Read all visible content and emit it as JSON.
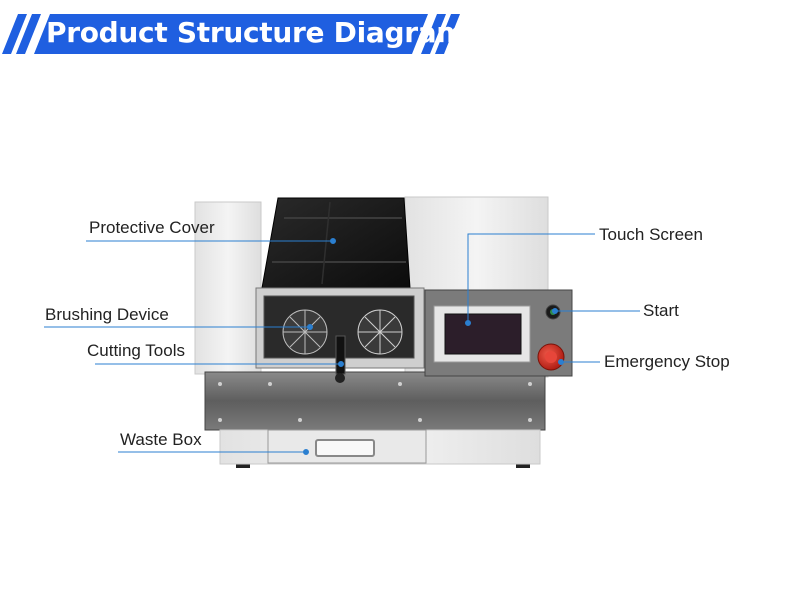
{
  "title": "Product Structure Diagram",
  "colors": {
    "banner_blue": "#1f5fe0",
    "callout_line": "#2b7fd0",
    "machine_white": "#ededed",
    "steel": "#6f6f6f",
    "cover_black": "#151515",
    "estop_red": "#d42a1e"
  },
  "callouts": {
    "protective_cover": "Protective Cover",
    "brushing_device": "Brushing Device",
    "cutting_tools": "Cutting Tools",
    "waste_box": "Waste Box",
    "touch_screen": "Touch Screen",
    "start": "Start",
    "emergency_stop": "Emergency Stop"
  }
}
